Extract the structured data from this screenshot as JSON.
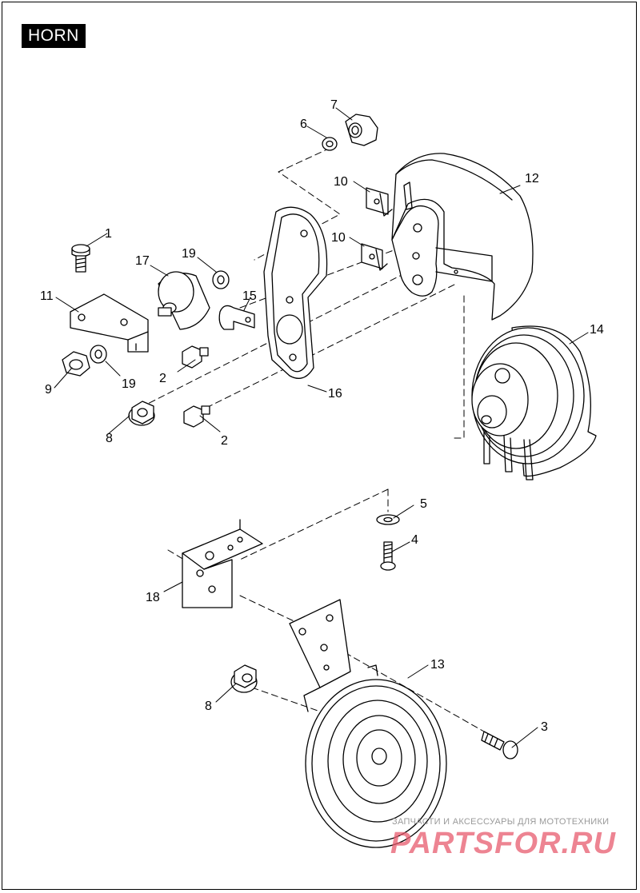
{
  "title": "HORN",
  "colors": {
    "ink": "#000000",
    "paper": "#ffffff",
    "badge": "#000000",
    "watermark": "#e85b6e",
    "watermark_caption": "#9a9a9a"
  },
  "callouts": [
    {
      "id": "c1",
      "label": "1"
    },
    {
      "id": "c2a",
      "label": "2"
    },
    {
      "id": "c2b",
      "label": "2"
    },
    {
      "id": "c3",
      "label": "3"
    },
    {
      "id": "c4",
      "label": "4"
    },
    {
      "id": "c5",
      "label": "5"
    },
    {
      "id": "c6",
      "label": "6"
    },
    {
      "id": "c7",
      "label": "7"
    },
    {
      "id": "c8a",
      "label": "8"
    },
    {
      "id": "c8b",
      "label": "8"
    },
    {
      "id": "c9",
      "label": "9"
    },
    {
      "id": "c10a",
      "label": "10"
    },
    {
      "id": "c10b",
      "label": "10"
    },
    {
      "id": "c11",
      "label": "11"
    },
    {
      "id": "c12",
      "label": "12"
    },
    {
      "id": "c13",
      "label": "13"
    },
    {
      "id": "c14",
      "label": "14"
    },
    {
      "id": "c15",
      "label": "15"
    },
    {
      "id": "c16",
      "label": "16"
    },
    {
      "id": "c17",
      "label": "17"
    },
    {
      "id": "c18",
      "label": "18"
    },
    {
      "id": "c19a",
      "label": "19"
    },
    {
      "id": "c19b",
      "label": "19"
    }
  ],
  "watermark": {
    "caption": "ЗАПЧАСТИ И АКСЕССУАРЫ ДЛЯ МОТОТЕХНИКИ",
    "logo": "PARTSFOR.RU"
  }
}
